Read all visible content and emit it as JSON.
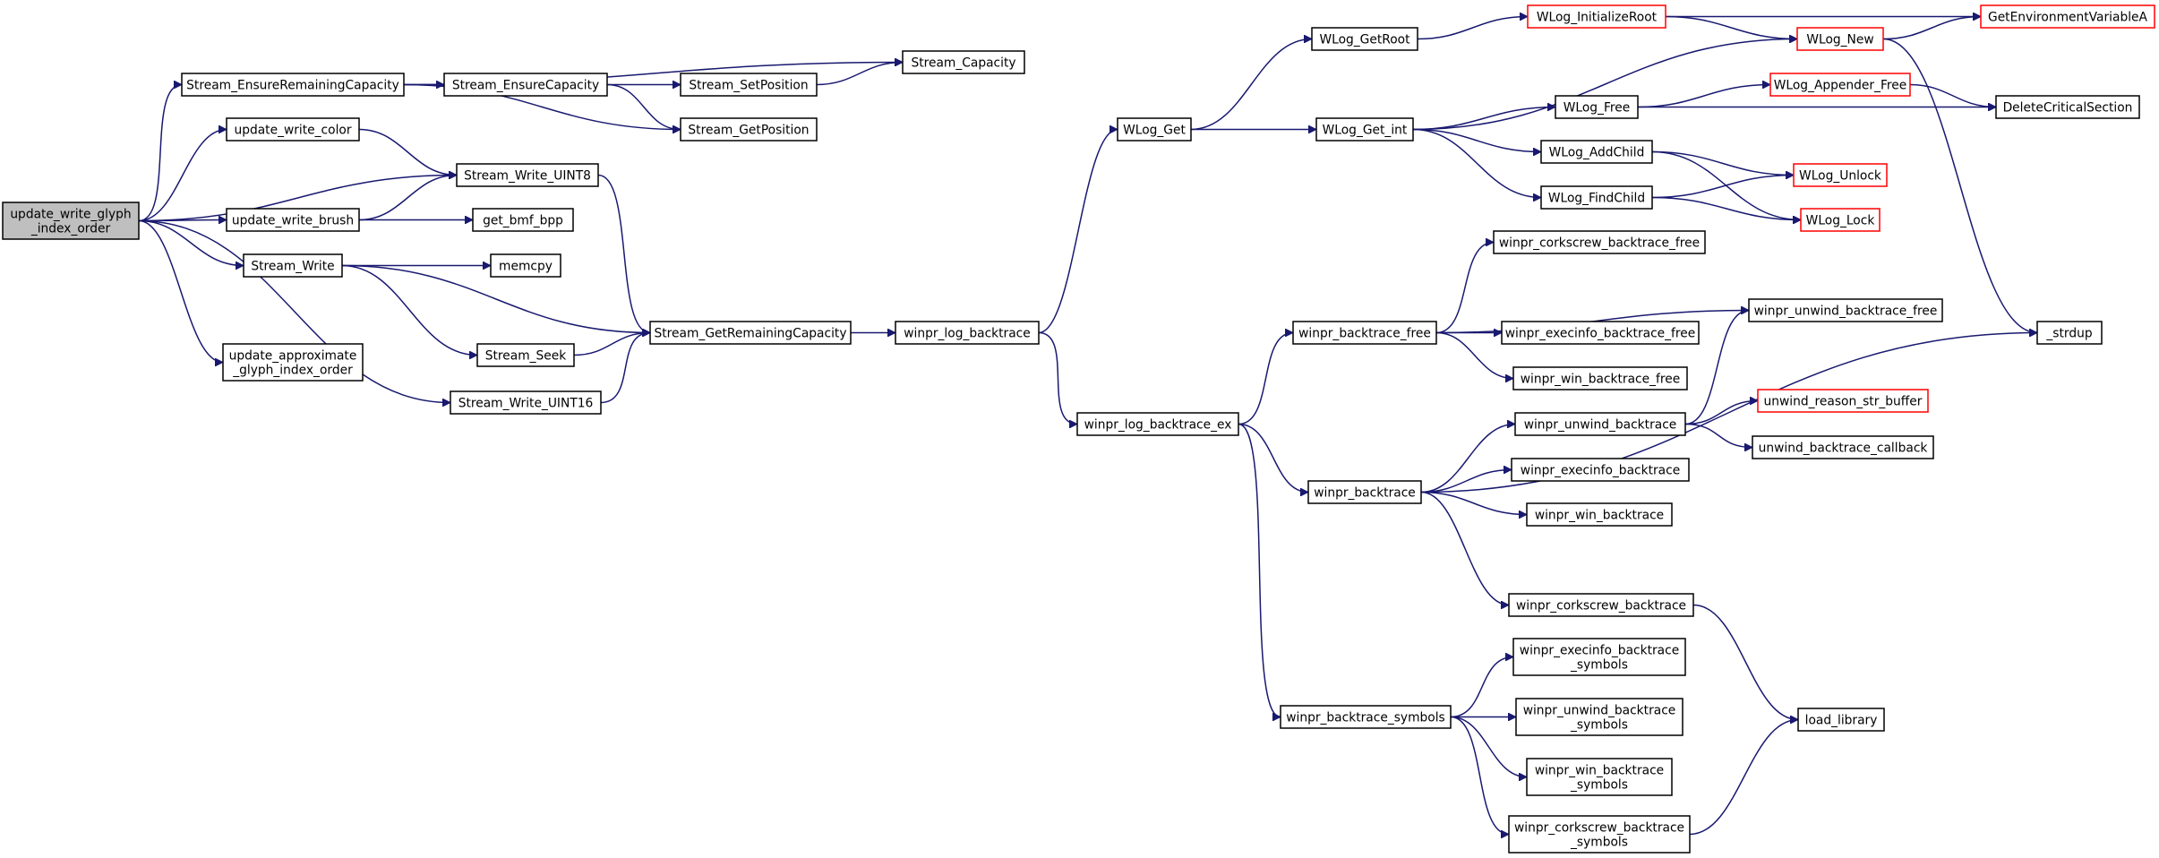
{
  "colors": {
    "edge": "#191970",
    "root_fill": "#bfbfbf",
    "node_border": "#000000",
    "truncated_border": "#ff0000"
  },
  "nodes": {
    "update_write_glyph_index_order": {
      "lines": [
        "update_write_glyph",
        "_index_order"
      ],
      "kind": "root"
    },
    "Stream_EnsureRemainingCapacity": {
      "lines": [
        "Stream_EnsureRemainingCapacity"
      ]
    },
    "update_write_color": {
      "lines": [
        "update_write_color"
      ]
    },
    "update_write_brush": {
      "lines": [
        "update_write_brush"
      ]
    },
    "Stream_Write": {
      "lines": [
        "Stream_Write"
      ]
    },
    "update_approximate_glyph_index_order": {
      "lines": [
        "update_approximate",
        "_glyph_index_order"
      ]
    },
    "Stream_Write_UINT16": {
      "lines": [
        "Stream_Write_UINT16"
      ]
    },
    "Stream_EnsureCapacity": {
      "lines": [
        "Stream_EnsureCapacity"
      ]
    },
    "Stream_Write_UINT8": {
      "lines": [
        "Stream_Write_UINT8"
      ]
    },
    "get_bmf_bpp": {
      "lines": [
        "get_bmf_bpp"
      ]
    },
    "memcpy": {
      "lines": [
        "memcpy"
      ]
    },
    "Stream_Seek": {
      "lines": [
        "Stream_Seek"
      ]
    },
    "Stream_SetPosition": {
      "lines": [
        "Stream_SetPosition"
      ]
    },
    "Stream_GetPosition": {
      "lines": [
        "Stream_GetPosition"
      ]
    },
    "Stream_GetRemainingCapacity": {
      "lines": [
        "Stream_GetRemainingCapacity"
      ]
    },
    "Stream_Capacity": {
      "lines": [
        "Stream_Capacity"
      ]
    },
    "winpr_log_backtrace": {
      "lines": [
        "winpr_log_backtrace"
      ]
    },
    "WLog_Get": {
      "lines": [
        "WLog_Get"
      ]
    },
    "winpr_log_backtrace_ex": {
      "lines": [
        "winpr_log_backtrace_ex"
      ]
    },
    "WLog_GetRoot": {
      "lines": [
        "WLog_GetRoot"
      ]
    },
    "WLog_Get_int": {
      "lines": [
        "WLog_Get_int"
      ]
    },
    "winpr_backtrace_free": {
      "lines": [
        "winpr_backtrace_free"
      ]
    },
    "winpr_backtrace": {
      "lines": [
        "winpr_backtrace"
      ]
    },
    "winpr_backtrace_symbols": {
      "lines": [
        "winpr_backtrace_symbols"
      ]
    },
    "WLog_InitializeRoot": {
      "lines": [
        "WLog_InitializeRoot"
      ],
      "kind": "red"
    },
    "WLog_Free": {
      "lines": [
        "WLog_Free"
      ]
    },
    "WLog_AddChild": {
      "lines": [
        "WLog_AddChild"
      ]
    },
    "WLog_FindChild": {
      "lines": [
        "WLog_FindChild"
      ]
    },
    "winpr_corkscrew_backtrace_free": {
      "lines": [
        "winpr_corkscrew_backtrace_free"
      ]
    },
    "winpr_execinfo_backtrace_free": {
      "lines": [
        "winpr_execinfo_backtrace_free"
      ]
    },
    "winpr_win_backtrace_free": {
      "lines": [
        "winpr_win_backtrace_free"
      ]
    },
    "winpr_unwind_backtrace": {
      "lines": [
        "winpr_unwind_backtrace"
      ]
    },
    "winpr_execinfo_backtrace": {
      "lines": [
        "winpr_execinfo_backtrace"
      ]
    },
    "winpr_win_backtrace": {
      "lines": [
        "winpr_win_backtrace"
      ]
    },
    "winpr_corkscrew_backtrace": {
      "lines": [
        "winpr_corkscrew_backtrace"
      ]
    },
    "winpr_execinfo_backtrace_symbols": {
      "lines": [
        "winpr_execinfo_backtrace",
        "_symbols"
      ]
    },
    "winpr_unwind_backtrace_symbols": {
      "lines": [
        "winpr_unwind_backtrace",
        "_symbols"
      ]
    },
    "winpr_win_backtrace_symbols": {
      "lines": [
        "winpr_win_backtrace",
        "_symbols"
      ]
    },
    "winpr_corkscrew_backtrace_symbols": {
      "lines": [
        "winpr_corkscrew_backtrace",
        "_symbols"
      ]
    },
    "WLog_New": {
      "lines": [
        "WLog_New"
      ],
      "kind": "red"
    },
    "WLog_Appender_Free": {
      "lines": [
        "WLog_Appender_Free"
      ],
      "kind": "red"
    },
    "WLog_Unlock": {
      "lines": [
        "WLog_Unlock"
      ],
      "kind": "red"
    },
    "WLog_Lock": {
      "lines": [
        "WLog_Lock"
      ],
      "kind": "red"
    },
    "winpr_unwind_backtrace_free": {
      "lines": [
        "winpr_unwind_backtrace_free"
      ]
    },
    "unwind_reason_str_buffer": {
      "lines": [
        "unwind_reason_str_buffer"
      ],
      "kind": "red"
    },
    "unwind_backtrace_callback": {
      "lines": [
        "unwind_backtrace_callback"
      ]
    },
    "load_library": {
      "lines": [
        "load_library"
      ]
    },
    "GetEnvironmentVariableA": {
      "lines": [
        "GetEnvironmentVariableA"
      ],
      "kind": "red"
    },
    "DeleteCriticalSection": {
      "lines": [
        "DeleteCriticalSection"
      ]
    },
    "_strdup": {
      "lines": [
        "_strdup"
      ]
    }
  },
  "edges": [
    [
      "update_write_glyph_index_order",
      "Stream_EnsureRemainingCapacity"
    ],
    [
      "update_write_glyph_index_order",
      "update_write_color"
    ],
    [
      "update_write_glyph_index_order",
      "Stream_Write_UINT8"
    ],
    [
      "update_write_glyph_index_order",
      "update_write_brush"
    ],
    [
      "update_write_glyph_index_order",
      "Stream_Write"
    ],
    [
      "update_write_glyph_index_order",
      "update_approximate_glyph_index_order"
    ],
    [
      "update_write_glyph_index_order",
      "Stream_Write_UINT16"
    ],
    [
      "Stream_EnsureRemainingCapacity",
      "Stream_EnsureCapacity"
    ],
    [
      "Stream_EnsureRemainingCapacity",
      "Stream_Capacity"
    ],
    [
      "Stream_EnsureRemainingCapacity",
      "Stream_GetPosition"
    ],
    [
      "Stream_EnsureCapacity",
      "Stream_SetPosition"
    ],
    [
      "Stream_EnsureCapacity",
      "Stream_GetPosition"
    ],
    [
      "Stream_SetPosition",
      "Stream_Capacity"
    ],
    [
      "update_write_color",
      "Stream_Write_UINT8"
    ],
    [
      "update_write_brush",
      "Stream_Write_UINT8"
    ],
    [
      "update_write_brush",
      "get_bmf_bpp"
    ],
    [
      "Stream_Write_UINT8",
      "Stream_GetRemainingCapacity"
    ],
    [
      "Stream_Write",
      "memcpy"
    ],
    [
      "Stream_Write",
      "Stream_Seek"
    ],
    [
      "Stream_Write",
      "Stream_GetRemainingCapacity"
    ],
    [
      "Stream_Seek",
      "Stream_GetRemainingCapacity"
    ],
    [
      "Stream_Write_UINT16",
      "Stream_GetRemainingCapacity"
    ],
    [
      "Stream_GetRemainingCapacity",
      "winpr_log_backtrace"
    ],
    [
      "winpr_log_backtrace",
      "WLog_Get"
    ],
    [
      "winpr_log_backtrace",
      "winpr_log_backtrace_ex"
    ],
    [
      "WLog_Get",
      "WLog_GetRoot"
    ],
    [
      "WLog_Get",
      "WLog_Get_int"
    ],
    [
      "WLog_GetRoot",
      "WLog_InitializeRoot"
    ],
    [
      "WLog_InitializeRoot",
      "GetEnvironmentVariableA"
    ],
    [
      "WLog_InitializeRoot",
      "WLog_New"
    ],
    [
      "WLog_New",
      "GetEnvironmentVariableA"
    ],
    [
      "WLog_New",
      "_strdup"
    ],
    [
      "WLog_Get_int",
      "WLog_New"
    ],
    [
      "WLog_Get_int",
      "WLog_Free"
    ],
    [
      "WLog_Get_int",
      "WLog_AddChild"
    ],
    [
      "WLog_Get_int",
      "WLog_FindChild"
    ],
    [
      "WLog_Free",
      "WLog_Appender_Free"
    ],
    [
      "WLog_Free",
      "DeleteCriticalSection"
    ],
    [
      "WLog_Appender_Free",
      "DeleteCriticalSection"
    ],
    [
      "WLog_AddChild",
      "WLog_Unlock"
    ],
    [
      "WLog_AddChild",
      "WLog_Lock"
    ],
    [
      "WLog_FindChild",
      "WLog_Unlock"
    ],
    [
      "WLog_FindChild",
      "WLog_Lock"
    ],
    [
      "winpr_log_backtrace_ex",
      "winpr_backtrace_free"
    ],
    [
      "winpr_log_backtrace_ex",
      "winpr_backtrace"
    ],
    [
      "winpr_log_backtrace_ex",
      "winpr_backtrace_symbols"
    ],
    [
      "winpr_backtrace_free",
      "winpr_corkscrew_backtrace_free"
    ],
    [
      "winpr_backtrace_free",
      "winpr_unwind_backtrace_free"
    ],
    [
      "winpr_backtrace_free",
      "winpr_execinfo_backtrace_free"
    ],
    [
      "winpr_backtrace_free",
      "winpr_win_backtrace_free"
    ],
    [
      "winpr_backtrace",
      "winpr_unwind_backtrace"
    ],
    [
      "winpr_backtrace",
      "winpr_execinfo_backtrace"
    ],
    [
      "winpr_backtrace",
      "winpr_win_backtrace"
    ],
    [
      "winpr_backtrace",
      "_strdup"
    ],
    [
      "winpr_backtrace",
      "winpr_corkscrew_backtrace"
    ],
    [
      "winpr_unwind_backtrace",
      "winpr_unwind_backtrace_free"
    ],
    [
      "winpr_unwind_backtrace",
      "unwind_reason_str_buffer"
    ],
    [
      "winpr_unwind_backtrace",
      "unwind_backtrace_callback"
    ],
    [
      "winpr_corkscrew_backtrace",
      "load_library"
    ],
    [
      "winpr_backtrace_symbols",
      "winpr_execinfo_backtrace_symbols"
    ],
    [
      "winpr_backtrace_symbols",
      "winpr_unwind_backtrace_symbols"
    ],
    [
      "winpr_backtrace_symbols",
      "winpr_win_backtrace_symbols"
    ],
    [
      "winpr_backtrace_symbols",
      "winpr_corkscrew_backtrace_symbols"
    ],
    [
      "winpr_corkscrew_backtrace_symbols",
      "load_library"
    ]
  ]
}
